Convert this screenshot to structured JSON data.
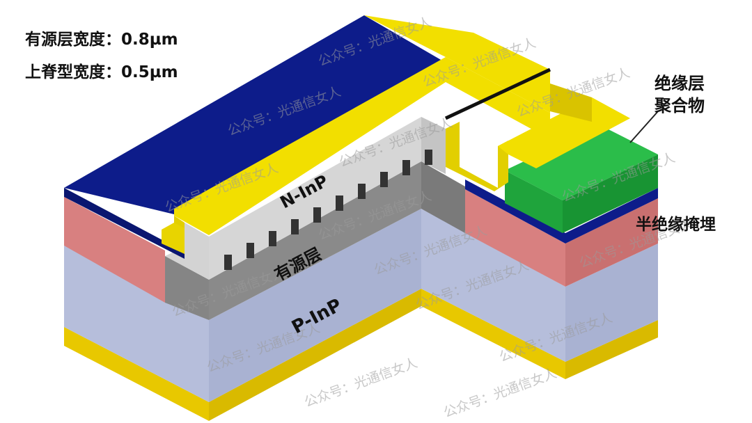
{
  "specs": {
    "active_width": "有源层宽度：0.8µm",
    "ridge_width": "上脊型宽度：0.5µm"
  },
  "labels": {
    "n_inp": "N-InP",
    "active_layer": "有源层",
    "p_inp": "P-InP",
    "insulator_line1": "绝缘层",
    "insulator_line2": "聚合物",
    "si_buried": "半绝缘掩埋"
  },
  "watermark": "公众号：光通信女人",
  "colors": {
    "blue_top": "#0d1c8a",
    "yellow": "#f2df00",
    "pink": "#d88080",
    "gray_active": "#858585",
    "light_active": "#d3d3d3",
    "p_inp": "#b6bedb",
    "green": "#1fa43c"
  }
}
